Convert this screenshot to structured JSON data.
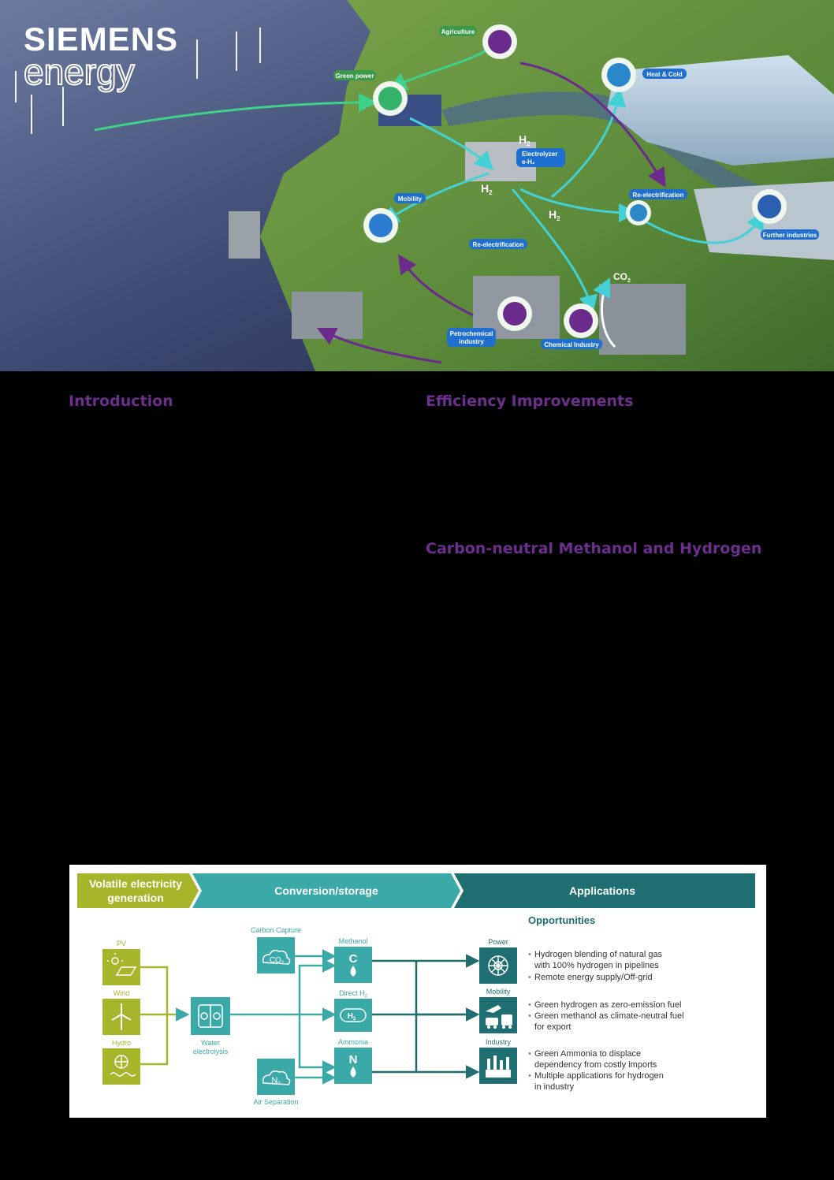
{
  "hero": {
    "brand_line1": "SIEMENS",
    "brand_line2": "energy",
    "labels": {
      "agriculture": "Agriculture",
      "green_power": "Green power",
      "heat_cold": "Heat & Cold",
      "electrolyzer_1": "Electrolyzer",
      "electrolyzer_2": "e-H₂",
      "mobility": "Mobility",
      "reelectrification_a": "Re-electrification",
      "reelectrification_b": "Re-electrification",
      "further_industries": "Further industries",
      "petrochemical_1": "Petrochemical",
      "petrochemical_2": "industry",
      "chemical_industry": "Chemical Industry",
      "h2_a": "H",
      "h2_b": "H",
      "h2_c": "H",
      "h2_sub": "2",
      "co2_main": "CO",
      "co2_sub": "2"
    },
    "colors": {
      "accent_green": "#3fd08a",
      "accent_teal": "#35c8c8",
      "purple": "#6a2b8c",
      "badge_blue": "#1f6fd1"
    }
  },
  "sections": {
    "introduction": "Introduction",
    "efficiency": "Efficiency Improvements",
    "carbon_neutral": "Carbon-neutral Methanol and Hydrogen"
  },
  "diagram": {
    "stages": [
      "Volatile electricity",
      "generation",
      "Conversion/storage",
      "Applications"
    ],
    "sources": {
      "pv": "PV",
      "wind": "Wind",
      "hydro": "Hydro"
    },
    "electrolysis": {
      "label1": "Water",
      "label2": "electrolysis"
    },
    "carbon_capture": "Carbon Capture",
    "co2_text": "CO",
    "air_separation": "Air Separation",
    "n2_text": "N",
    "products": {
      "methanol": "Methanol",
      "methanol_symbol": "C",
      "direct_h2": "Direct H",
      "h2_symbol": "H",
      "ammonia": "Ammonia",
      "ammonia_symbol": "N"
    },
    "sub2": "2",
    "uses": {
      "power": "Power",
      "mobility": "Mobility",
      "industry": "Industry"
    },
    "opportunities_title": "Opportunities",
    "opportunities": {
      "power": [
        "Hydrogen blending of natural gas",
        "with 100% hydrogen in pipelines",
        "Remote energy supply/Off-grid"
      ],
      "mobility": [
        "Green hydrogen as zero-emission fuel",
        "Green methanol as climate-neutral fuel",
        "for export"
      ],
      "industry": [
        "Green Ammonia to displace",
        "dependency from costly imports",
        "Multiple applications for hydrogen",
        "in industry"
      ]
    },
    "colors": {
      "olive": "#a6b52a",
      "teal": "#3aa9a8",
      "dark_teal": "#1f6e72",
      "text_teal": "#1f6e72"
    }
  }
}
